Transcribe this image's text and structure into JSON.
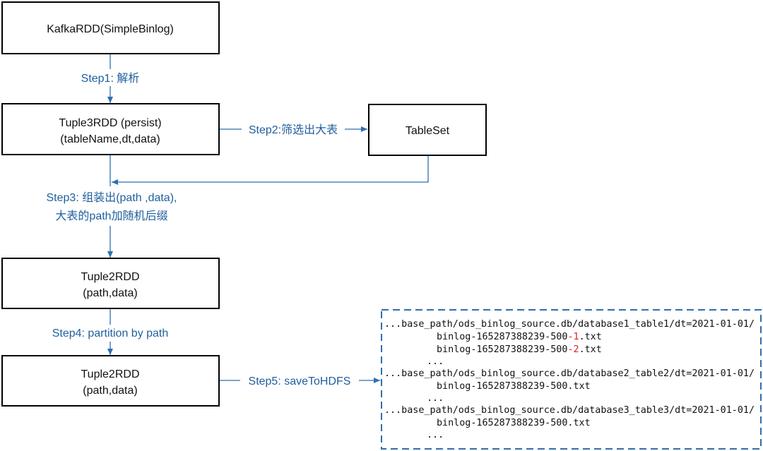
{
  "nodes": {
    "kafka_rdd": {
      "label": "KafkaRDD(SimpleBinlog)"
    },
    "tuple3_rdd": {
      "line1": "Tuple3RDD (persist)",
      "line2": "(tableName,dt,data)"
    },
    "table_set": {
      "label": "TableSet"
    },
    "tuple2_rdd_a": {
      "line1": "Tuple2RDD",
      "line2": "(path,data)"
    },
    "tuple2_rdd_b": {
      "line1": "Tuple2RDD",
      "line2": "(path,data)"
    }
  },
  "edges": {
    "step1": {
      "label": "Step1: 解析"
    },
    "step2": {
      "label": "Step2:筛选出大表"
    },
    "step3": {
      "line1": "Step3: 组装出(path ,data),",
      "line2": "大表的path加随机后缀"
    },
    "step4": {
      "label": "Step4: partition by path"
    },
    "step5": {
      "label": "Step5: saveToHDFS"
    }
  },
  "output_paths": {
    "path1": "...base_path/ods_binlog_source.db/database1_table1/dt=2021-01-01/",
    "file1a": {
      "prefix": "binlog-165287388239-500",
      "highlight": "-1",
      "suffix": ".txt"
    },
    "file1b": {
      "prefix": "binlog-165287388239-500",
      "highlight": "-2",
      "suffix": ".txt"
    },
    "ellipsis1": "...",
    "path2": "...base_path/ods_binlog_source.db/database2_table2/dt=2021-01-01/",
    "file2": "binlog-165287388239-500.txt",
    "ellipsis2": "...",
    "path3": "...base_path/ods_binlog_source.db/database3_table3/dt=2021-01-01/",
    "file3": "binlog-165287388239-500.txt",
    "ellipsis3": "..."
  },
  "colors": {
    "edge": "#2e6fb0",
    "edge_label": "#1f5f9e",
    "highlight": "#e02020",
    "box_border": "#000000"
  }
}
